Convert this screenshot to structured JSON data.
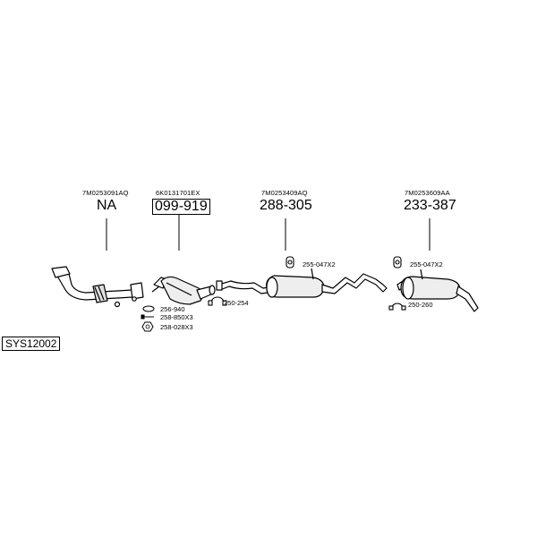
{
  "system_code": "SYS12002",
  "parts": [
    {
      "oem": "7M0253091AQ",
      "number": "NA"
    },
    {
      "oem": "6K0131701EX",
      "number": "099-919"
    },
    {
      "oem": "7M0253409AQ",
      "number": "288-305"
    },
    {
      "oem": "7M0253609AA",
      "number": "233-387"
    }
  ],
  "accessories": {
    "gasket": "256-940",
    "bolt": "258-850X3",
    "nut": "258-028X3",
    "clamp_1": "250-254",
    "hanger_1": "255-047X2",
    "clamp_2": "250-260",
    "hanger_2": "255-047X2"
  }
}
